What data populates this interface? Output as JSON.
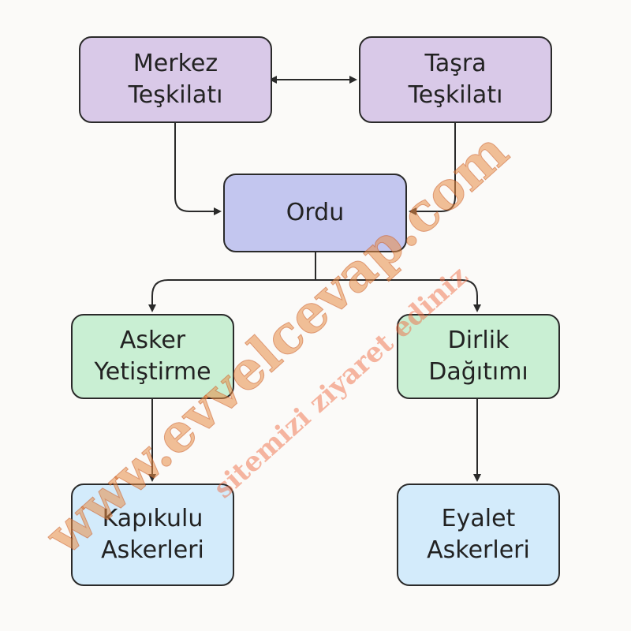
{
  "nodes": {
    "merkez": {
      "line1": "Merkez",
      "line2": "Teşkilatı"
    },
    "tasra": {
      "line1": "Taşra",
      "line2": "Teşkilatı"
    },
    "ordu": {
      "line1": "Ordu"
    },
    "asker": {
      "line1": "Asker",
      "line2": "Yetiştirme"
    },
    "dirlik": {
      "line1": "Dirlik",
      "line2": "Dağıtımı"
    },
    "kapikulu": {
      "line1": "Kapıkulu",
      "line2": "Askerleri"
    },
    "eyalet": {
      "line1": "Eyalet",
      "line2": "Askerleri"
    }
  },
  "watermark": {
    "main": "www.evvelcevap.com",
    "sub": "sitemizi ziyaret ediniz"
  },
  "colors": {
    "purple": "#d9c9e8",
    "indigo": "#c3c6ef",
    "green": "#c9efd3",
    "blue": "#d3ebfb",
    "stroke": "#2a2a2a",
    "watermark": "#e88c46"
  }
}
